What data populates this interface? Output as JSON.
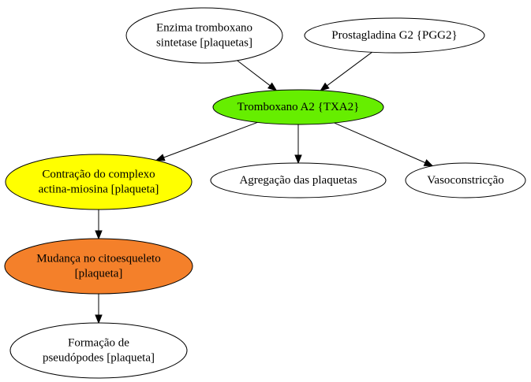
{
  "nodes": [
    {
      "id": "enzima",
      "lines": [
        "Enzima tromboxano",
        "sintetase [plaquetas]"
      ],
      "fill": "#ffffff"
    },
    {
      "id": "pgg2",
      "lines": [
        "Prostagladina G2 {PGG2}"
      ],
      "fill": "#ffffff"
    },
    {
      "id": "txa2",
      "lines": [
        "Tromboxano A2 {TXA2}"
      ],
      "fill": "#66ee00"
    },
    {
      "id": "contracao",
      "lines": [
        "Contração do complexo",
        "actina-miosina [plaqueta]"
      ],
      "fill": "#ffff00"
    },
    {
      "id": "agregacao",
      "lines": [
        "Agregação das plaquetas"
      ],
      "fill": "#ffffff"
    },
    {
      "id": "vasoconstricao",
      "lines": [
        "Vasoconstricção"
      ],
      "fill": "#ffffff"
    },
    {
      "id": "mudanca",
      "lines": [
        "Mudança no citoesqueleto",
        "[plaqueta]"
      ],
      "fill": "#f4802a"
    },
    {
      "id": "formacao",
      "lines": [
        "Formação de",
        "pseudópodes [plaqueta]"
      ],
      "fill": "#ffffff"
    }
  ],
  "edges": [
    {
      "from": "enzima",
      "to": "txa2"
    },
    {
      "from": "pgg2",
      "to": "txa2"
    },
    {
      "from": "txa2",
      "to": "contracao"
    },
    {
      "from": "txa2",
      "to": "agregacao"
    },
    {
      "from": "txa2",
      "to": "vasoconstricao"
    },
    {
      "from": "contracao",
      "to": "mudanca"
    },
    {
      "from": "mudanca",
      "to": "formacao"
    }
  ]
}
